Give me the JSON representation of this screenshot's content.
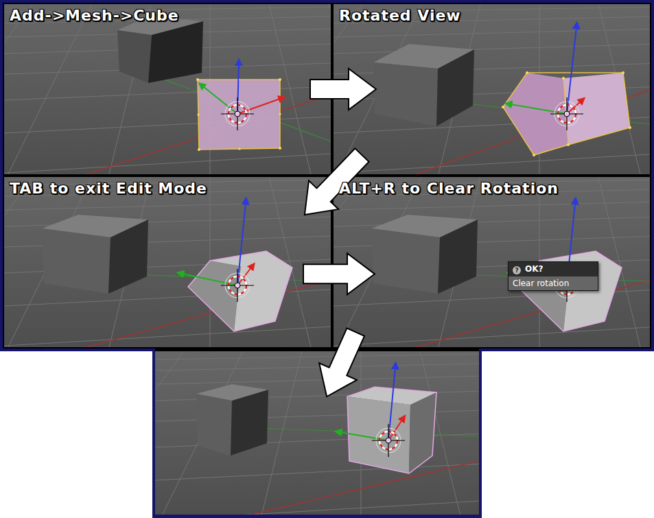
{
  "diagram": {
    "nodes": [
      {
        "text": [
          "Add->Mesh->Cube"
        ]
      },
      {
        "text": [
          "Rotated View"
        ]
      },
      {
        "text": [
          "TAB to exit Edit Mode"
        ]
      },
      {
        "text": [
          "ALT+R to Clear Rotation"
        ]
      },
      {
        "text": [
          "OK?",
          "Clear rotation"
        ],
        "in": 3
      },
      {
        "text": []
      }
    ],
    "edges": [
      {
        "from": 0,
        "to": 1,
        "arrow": "to"
      },
      {
        "from": 1,
        "to": 2,
        "arrow": "to"
      },
      {
        "from": 2,
        "to": 3,
        "arrow": "to"
      },
      {
        "from": 3,
        "to": 5,
        "arrow": "to"
      }
    ],
    "labels": [
      "?"
    ]
  }
}
